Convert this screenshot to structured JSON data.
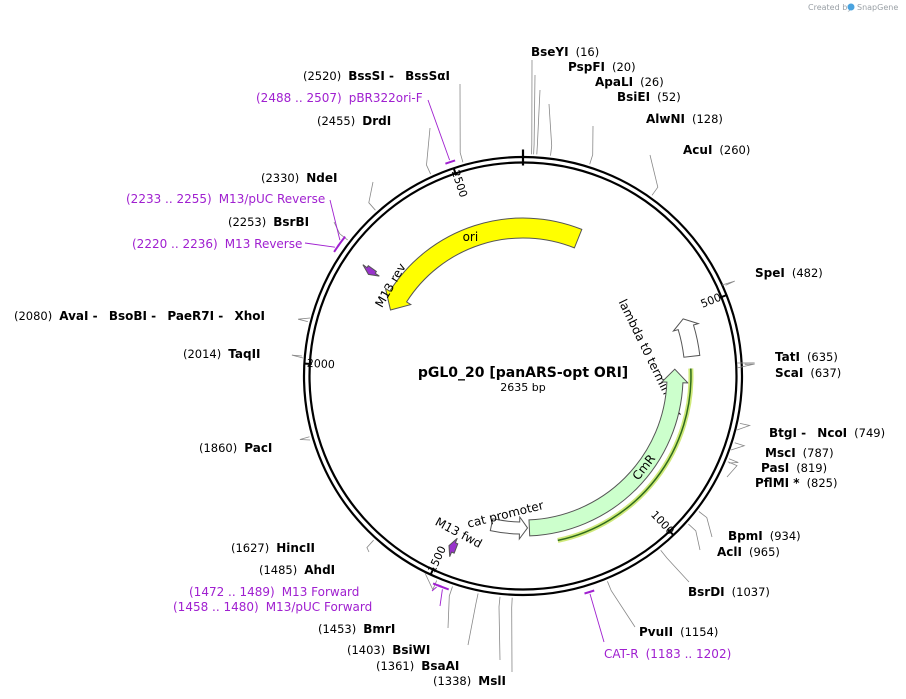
{
  "plasmid": {
    "name": "pGL0_20 [panARS-opt ORI]",
    "length_label": "2635 bp",
    "length": 2635
  },
  "credit": {
    "created_by": "Created by",
    "brand": "SnapGene"
  },
  "position_ticks": [
    {
      "label": "500"
    },
    {
      "label": "1000"
    },
    {
      "label": "1500"
    },
    {
      "label": "2000"
    },
    {
      "label": "2500"
    }
  ],
  "features": [
    {
      "name": "ori",
      "start": 2170,
      "end": 160,
      "strand": -1,
      "color": "#ffff00",
      "label": "ori"
    },
    {
      "name": "lambda-t0-terminator",
      "start": 515,
      "end": 610,
      "strand": -1,
      "color": "#ffffff",
      "label": "lambda t0 terminator"
    },
    {
      "name": "CmR",
      "start": 640,
      "end": 1300,
      "strand": -1,
      "color": "#ccffcc",
      "label": "CmR"
    },
    {
      "name": "cat-promoter",
      "start": 1305,
      "end": 1405,
      "strand": -1,
      "color": "#ffffff",
      "label": "cat promoter"
    },
    {
      "name": "M13-fwd",
      "start": 1473,
      "end": 1490,
      "strand": 1,
      "color": "#9933cc",
      "label": "M13 fwd"
    },
    {
      "name": "M13-rev",
      "start": 2220,
      "end": 2236,
      "strand": -1,
      "color": "#9933cc",
      "label": "M13 rev"
    }
  ],
  "site_labels": [
    {
      "id": "bseyi",
      "parts": [
        {
          "t": "BseYI",
          "k": "name"
        },
        {
          "t": "(16)",
          "k": "pos"
        }
      ]
    },
    {
      "id": "pspfi",
      "parts": [
        {
          "t": "PspFI",
          "k": "name"
        },
        {
          "t": "(20)",
          "k": "pos"
        }
      ]
    },
    {
      "id": "apali",
      "parts": [
        {
          "t": "ApaLI",
          "k": "name"
        },
        {
          "t": "(26)",
          "k": "pos"
        }
      ]
    },
    {
      "id": "bsiei",
      "parts": [
        {
          "t": "BsiEI",
          "k": "name"
        },
        {
          "t": "(52)",
          "k": "pos"
        }
      ]
    },
    {
      "id": "alwni",
      "parts": [
        {
          "t": "AlwNI",
          "k": "name"
        },
        {
          "t": "(128)",
          "k": "pos"
        }
      ]
    },
    {
      "id": "acui",
      "parts": [
        {
          "t": "AcuI",
          "k": "name"
        },
        {
          "t": "(260)",
          "k": "pos"
        }
      ]
    },
    {
      "id": "spei",
      "parts": [
        {
          "t": "SpeI",
          "k": "name"
        },
        {
          "t": "(482)",
          "k": "pos"
        }
      ]
    },
    {
      "id": "tati",
      "parts": [
        {
          "t": "TatI",
          "k": "name"
        },
        {
          "t": "(635)",
          "k": "pos"
        }
      ]
    },
    {
      "id": "scai",
      "parts": [
        {
          "t": "ScaI",
          "k": "name"
        },
        {
          "t": "(637)",
          "k": "pos"
        }
      ]
    },
    {
      "id": "btgi",
      "parts": [
        {
          "t": "BtgI",
          "k": "name"
        },
        {
          "t": " - ",
          "k": "sep"
        },
        {
          "t": "NcoI",
          "k": "name"
        },
        {
          "t": "(749)",
          "k": "pos"
        }
      ]
    },
    {
      "id": "msci",
      "parts": [
        {
          "t": "MscI",
          "k": "name"
        },
        {
          "t": "(787)",
          "k": "pos"
        }
      ]
    },
    {
      "id": "pasi",
      "parts": [
        {
          "t": "PasI",
          "k": "name"
        },
        {
          "t": "(819)",
          "k": "pos"
        }
      ]
    },
    {
      "id": "pflmi",
      "parts": [
        {
          "t": "PflMI *",
          "k": "name"
        },
        {
          "t": "(825)",
          "k": "pos"
        }
      ]
    },
    {
      "id": "bpmi",
      "parts": [
        {
          "t": "BpmI",
          "k": "name"
        },
        {
          "t": "(934)",
          "k": "pos"
        }
      ]
    },
    {
      "id": "acli",
      "parts": [
        {
          "t": "AclI",
          "k": "name"
        },
        {
          "t": "(965)",
          "k": "pos"
        }
      ]
    },
    {
      "id": "bsrdi",
      "parts": [
        {
          "t": "BsrDI",
          "k": "name"
        },
        {
          "t": "(1037)",
          "k": "pos"
        }
      ]
    },
    {
      "id": "pvuii",
      "parts": [
        {
          "t": "PvuII",
          "k": "name"
        },
        {
          "t": "(1154)",
          "k": "pos"
        }
      ]
    },
    {
      "id": "cat-r",
      "parts": [
        {
          "t": "CAT-R",
          "k": "primer"
        },
        {
          "t": "(1183 .. 1202)",
          "k": "primer"
        }
      ]
    },
    {
      "id": "msli",
      "parts": [
        {
          "t": "(1338)",
          "k": "pos"
        },
        {
          "t": "MslI",
          "k": "name"
        }
      ]
    },
    {
      "id": "bsaai",
      "parts": [
        {
          "t": "(1361)",
          "k": "pos"
        },
        {
          "t": "BsaAI",
          "k": "name"
        }
      ]
    },
    {
      "id": "bsiwi",
      "parts": [
        {
          "t": "(1403)",
          "k": "pos"
        },
        {
          "t": "BsiWI",
          "k": "name"
        }
      ]
    },
    {
      "id": "bmri",
      "parts": [
        {
          "t": "(1453)",
          "k": "pos"
        },
        {
          "t": "BmrI",
          "k": "name"
        }
      ]
    },
    {
      "id": "m13puc-fwd",
      "parts": [
        {
          "t": "(1458 .. 1480)",
          "k": "primer"
        },
        {
          "t": "M13/pUC Forward",
          "k": "primer"
        }
      ]
    },
    {
      "id": "m13-fwd-primer",
      "parts": [
        {
          "t": "(1472 .. 1489)",
          "k": "primer"
        },
        {
          "t": "M13 Forward",
          "k": "primer"
        }
      ]
    },
    {
      "id": "ahdi",
      "parts": [
        {
          "t": "(1485)",
          "k": "pos"
        },
        {
          "t": "AhdI",
          "k": "name"
        }
      ]
    },
    {
      "id": "hincii",
      "parts": [
        {
          "t": "(1627)",
          "k": "pos"
        },
        {
          "t": "HincII",
          "k": "name"
        }
      ]
    },
    {
      "id": "paci",
      "parts": [
        {
          "t": "(1860)",
          "k": "pos"
        },
        {
          "t": "PacI",
          "k": "name"
        }
      ]
    },
    {
      "id": "taqii",
      "parts": [
        {
          "t": "(2014)",
          "k": "pos"
        },
        {
          "t": "TaqII",
          "k": "name"
        }
      ]
    },
    {
      "id": "avai",
      "parts": [
        {
          "t": "(2080)",
          "k": "pos"
        },
        {
          "t": "AvaI",
          "k": "name"
        },
        {
          "t": " - ",
          "k": "sep"
        },
        {
          "t": "BsoBI",
          "k": "name"
        },
        {
          "t": " - ",
          "k": "sep"
        },
        {
          "t": "PaeR7I",
          "k": "name"
        },
        {
          "t": " - ",
          "k": "sep"
        },
        {
          "t": "XhoI",
          "k": "name"
        }
      ]
    },
    {
      "id": "m13-reverse",
      "parts": [
        {
          "t": "(2220 .. 2236)",
          "k": "primer"
        },
        {
          "t": "M13 Reverse",
          "k": "primer"
        }
      ]
    },
    {
      "id": "bsrbi",
      "parts": [
        {
          "t": "(2253)",
          "k": "pos"
        },
        {
          "t": "BsrBI",
          "k": "name"
        }
      ]
    },
    {
      "id": "m13puc-reverse",
      "parts": [
        {
          "t": "(2233 .. 2255)",
          "k": "primer"
        },
        {
          "t": "M13/pUC Reverse",
          "k": "primer"
        }
      ]
    },
    {
      "id": "ndei",
      "parts": [
        {
          "t": "(2330)",
          "k": "pos"
        },
        {
          "t": "NdeI",
          "k": "name"
        }
      ]
    },
    {
      "id": "drdi",
      "parts": [
        {
          "t": "(2455)",
          "k": "pos"
        },
        {
          "t": "DrdI",
          "k": "name"
        }
      ]
    },
    {
      "id": "pbr322ori-f",
      "parts": [
        {
          "t": "(2488 .. 2507)",
          "k": "primer"
        },
        {
          "t": "pBR322ori-F",
          "k": "primer"
        }
      ]
    },
    {
      "id": "bsssi",
      "parts": [
        {
          "t": "(2520)",
          "k": "pos"
        },
        {
          "t": "BssSI",
          "k": "name"
        },
        {
          "t": " - ",
          "k": "sep"
        },
        {
          "t": "BssSαI",
          "k": "name"
        }
      ]
    }
  ],
  "colors": {
    "primer": "#a020d0",
    "ori": "#ffff00",
    "cmr": "#ccffcc",
    "backbone": "#000000"
  }
}
